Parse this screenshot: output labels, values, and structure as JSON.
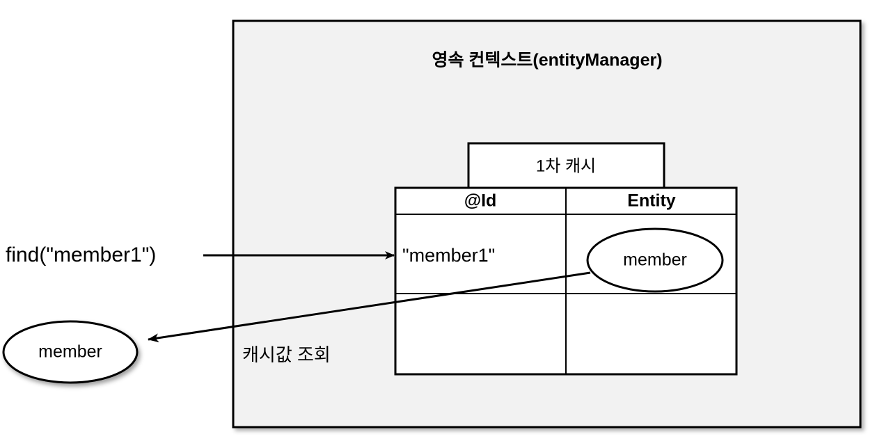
{
  "diagram": {
    "title": "JPA persistence context first-level cache lookup",
    "container": {
      "label": "영속 컨텍스트(entityManager)",
      "fill": "#f2f2f2",
      "stroke": "#000000"
    },
    "cache_tab": {
      "label": "1차 캐시",
      "fill": "#ffffff",
      "stroke": "#000000"
    },
    "cache_table": {
      "columns": [
        "@Id",
        "Entity"
      ],
      "rows": [
        {
          "id": "\"member1\"",
          "entity": "member"
        },
        {
          "id": "",
          "entity": ""
        }
      ],
      "fill": "#ffffff",
      "stroke": "#000000"
    },
    "entity_node_in_cache": {
      "label": "member",
      "fill": "#ffffff",
      "stroke": "#000000"
    },
    "returned_entity_node": {
      "label": "member",
      "fill": "#ffffff",
      "stroke": "#000000"
    },
    "edges": [
      {
        "name": "find-call",
        "label": "find(\"member1\")",
        "direction": "right",
        "style": "solid"
      },
      {
        "name": "cache-hit-return",
        "label": "캐시값 조회",
        "direction": "left",
        "style": "solid"
      }
    ],
    "colors": {
      "background": "#ffffff",
      "panel": "#f2f2f2",
      "line": "#000000",
      "text": "#000000",
      "shadow": "rgba(0,0,0,0.35)"
    }
  }
}
